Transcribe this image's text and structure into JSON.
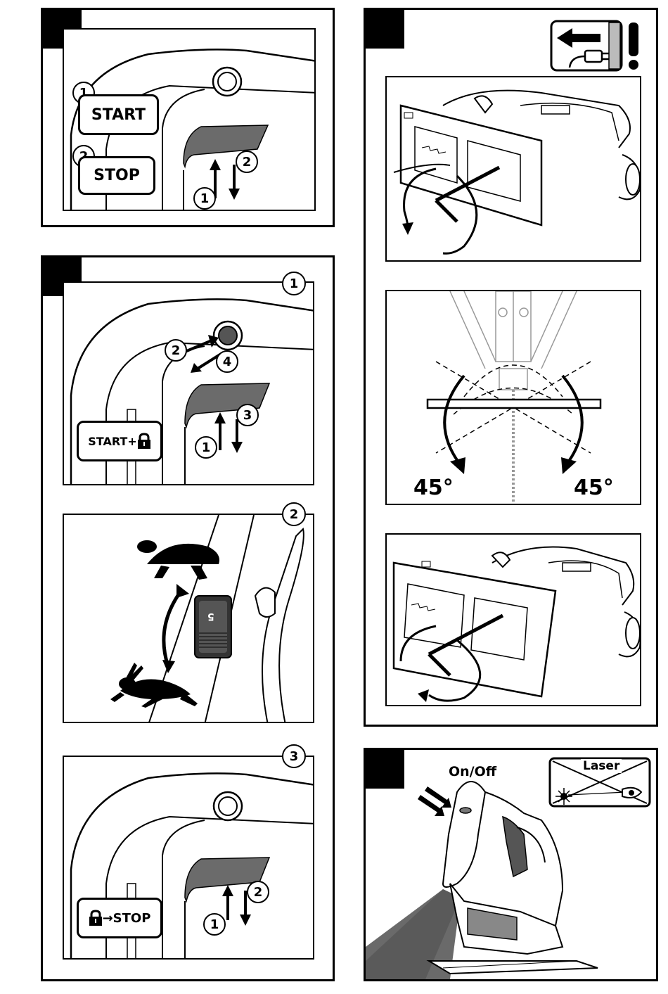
{
  "panel_a": {
    "start_label": "START",
    "stop_label": "STOP",
    "step1": "1",
    "step2": "2",
    "arrow_up": "1",
    "arrow_down": "2"
  },
  "panel_b": {
    "sub1_badge": "1",
    "sub2_badge": "2",
    "sub3_badge": "3",
    "start_lock_label": "START+",
    "lock_stop_label": "→STOP",
    "push_in": "2",
    "release": "4",
    "trigger_up": "1",
    "trigger_down": "3",
    "speed_dial_value": "5",
    "sub3_up": "1",
    "sub3_down": "2"
  },
  "panel_c": {
    "angle_left": "45°",
    "angle_right": "45°"
  },
  "panel_d": {
    "switch_label": "On/Off",
    "laser_label": "Laser"
  }
}
